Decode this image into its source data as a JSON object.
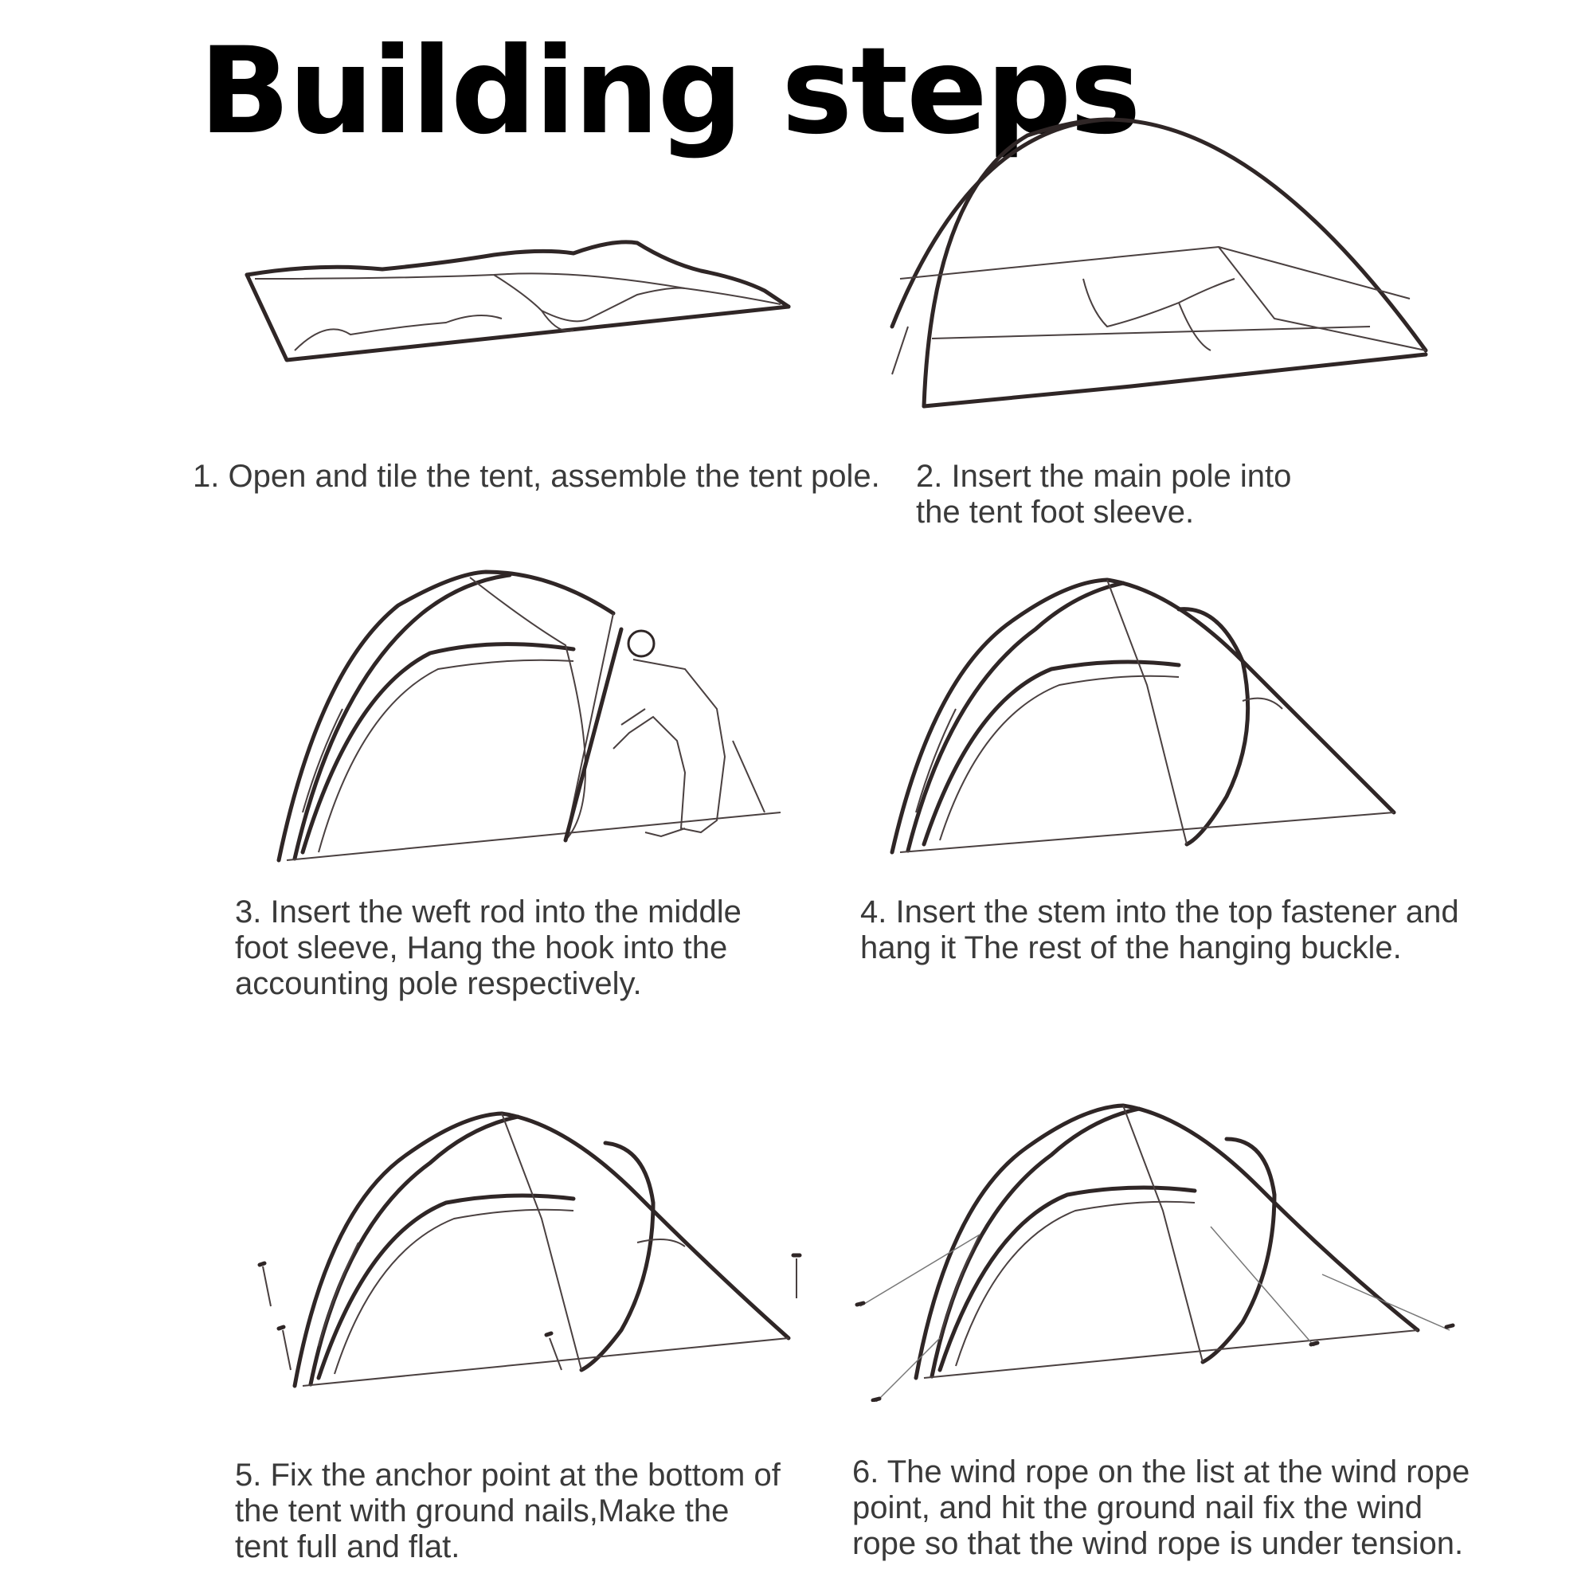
{
  "page": {
    "title": "Building steps"
  },
  "steps": [
    {
      "number": 1,
      "text": "1. Open and tile the tent, assemble the tent pole.",
      "illustration": "flat-tent-illustration"
    },
    {
      "number": 2,
      "text": "2. Insert the main pole into\nthe tent foot sleeve.",
      "illustration": "pole-inserted-illustration"
    },
    {
      "number": 3,
      "text": "3. Insert the weft rod into the middle\nfoot sleeve, Hang the hook into the\naccounting pole respectively.",
      "illustration": "person-hanging-hooks-illustration"
    },
    {
      "number": 4,
      "text": "4. Insert the stem into the top fastener and\nhang it The rest of the hanging buckle.",
      "illustration": "stem-inserted-illustration"
    },
    {
      "number": 5,
      "text": "5. Fix the anchor point at the bottom of\nthe tent with ground nails,Make the\ntent full and flat.",
      "illustration": "ground-nails-illustration"
    },
    {
      "number": 6,
      "text": "6. The wind rope on the list at the wind rope\npoint, and hit the ground nail fix the wind\nrope so that the wind rope is under tension.",
      "illustration": "wind-ropes-illustration"
    }
  ],
  "colors": {
    "background": "#ffffff",
    "title": "#000000",
    "text": "#3a3a3a",
    "line": "#2f2626"
  }
}
